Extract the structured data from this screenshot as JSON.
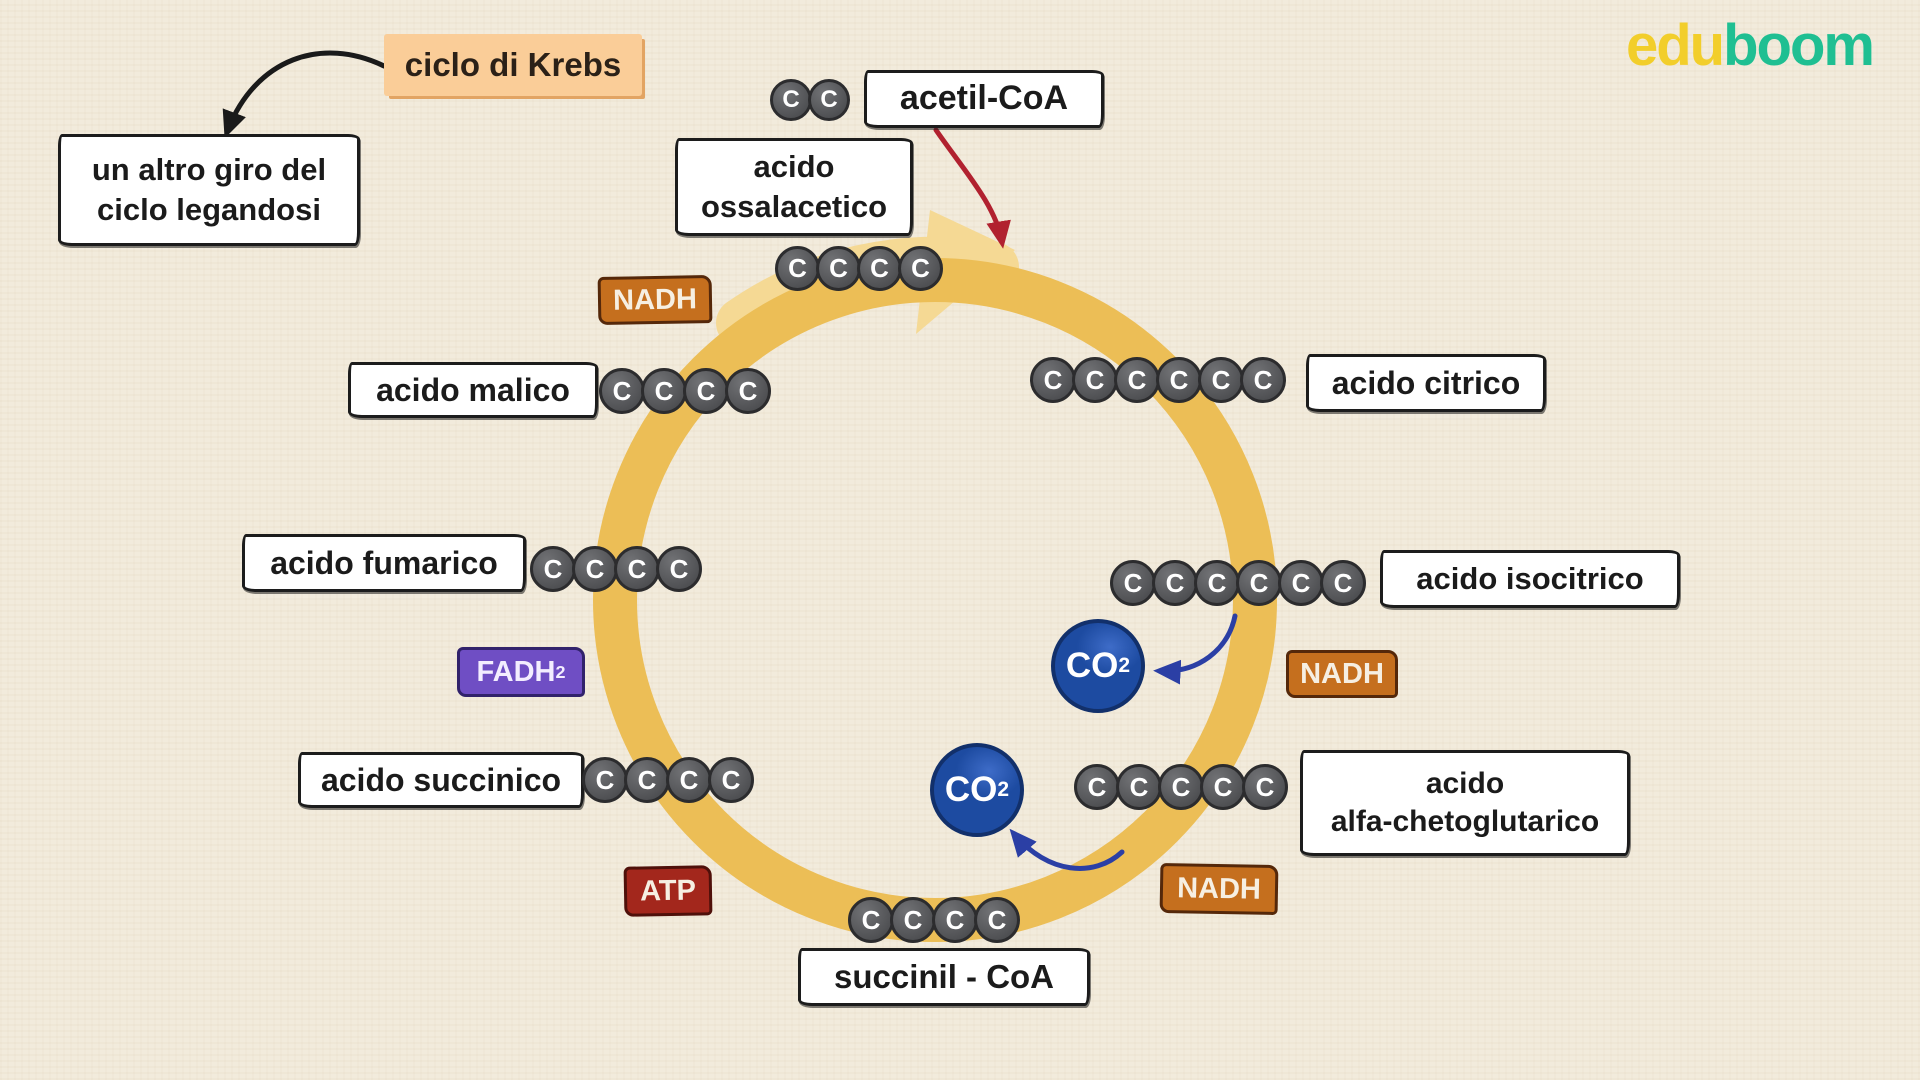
{
  "header": {
    "title": "ciclo di Krebs",
    "logo": {
      "edu": "edu",
      "boom": "boom"
    }
  },
  "note": {
    "line1": "un altro giro del",
    "line2": "ciclo legandosi"
  },
  "acetyl": {
    "label": "acetil-CoA",
    "carbons": 2
  },
  "compounds": {
    "oxaloacetate": {
      "line1": "acido",
      "line2": "ossalacetico",
      "carbons": 4
    },
    "citric": {
      "label": "acido citrico",
      "carbons": 6
    },
    "isocitric": {
      "label": "acido isocitrico",
      "carbons": 6
    },
    "alphaketoglutaric": {
      "line1": "acido",
      "line2": "alfa-chetoglutarico",
      "carbons": 5
    },
    "succinylcoa": {
      "label": "succinil - CoA",
      "carbons": 4
    },
    "succinic": {
      "label": "acido succinico",
      "carbons": 4
    },
    "fumaric": {
      "label": "acido fumarico",
      "carbons": 4
    },
    "malic": {
      "label": "acido malico",
      "carbons": 4
    }
  },
  "cofactors": {
    "nadh_top": {
      "label": "NADH"
    },
    "nadh_right": {
      "label": "NADH"
    },
    "nadh_bottom": {
      "label": "NADH"
    },
    "fadh2": {
      "main": "FADH",
      "sub": "2"
    },
    "atp": {
      "label": "ATP"
    }
  },
  "molecules": {
    "co2": {
      "main": "CO",
      "sub": "2"
    }
  },
  "carbon": {
    "letter": "C"
  },
  "colors": {
    "background": "#F2EBDC",
    "ring": "#ECBE56",
    "ring_arrowhead": "#F5D994",
    "carbon_fill": "#56575A",
    "co2_fill": "#1D4BA1",
    "nadh_fill": "#C56F1E",
    "atp_fill": "#A3271C",
    "fadh2_fill": "#6F4EC4",
    "title_fill": "#FACD98",
    "logo_edu": "#F2CE2B",
    "logo_boom": "#1FBF92",
    "arrow_red": "#B1212F",
    "arrow_blue": "#2B3FA5",
    "arrow_black": "#1A1A1A"
  }
}
